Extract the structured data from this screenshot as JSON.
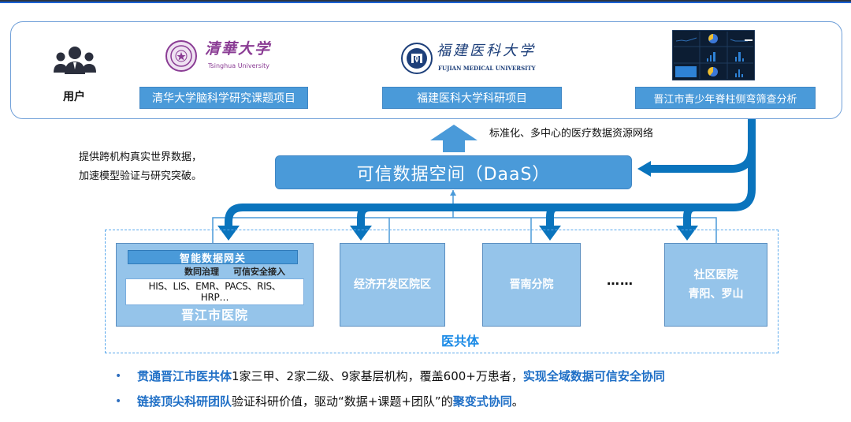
{
  "colors": {
    "accent": "#4a9ad9",
    "flow_blue": "#0a74bd",
    "hospital_fill": "#95c4ea",
    "highlight_text": "#1f6fc6",
    "yigongti_label": "#1a8ae6",
    "tsinghua_purple": "#8a3c94",
    "fujian_navy": "#1d3f7a"
  },
  "users": {
    "icon": "users-group-icon",
    "label": "用户",
    "projects": [
      {
        "label": "清华大学脑科学研究课题项目",
        "logo_cn": "清華大学",
        "logo_en": "Tsinghua University"
      },
      {
        "label": "福建医科大学科研项目",
        "logo_cn": "福建医科大学",
        "logo_en": "FUJIAN MEDICAL UNIVERSITY"
      },
      {
        "label": "晋江市青少年脊柱侧弯筛查分析",
        "logo_cn": "",
        "logo_en": ""
      }
    ]
  },
  "network_note": "标准化、多中心的医疗数据资源网络",
  "side_note": [
    "提供跨机构真实世界数据，",
    "加速模型验证与研究突破。"
  ],
  "daas_label": "可信数据空间（DaaS）",
  "yigongti": {
    "label": "医共体",
    "main_hospital": {
      "name": "晋江市医院",
      "gateway": "智能数据网关",
      "gateway_left": "数同治理",
      "gateway_right": "可信安全接入",
      "systems_line1": "HIS、LIS、EMR、PACS、RIS、",
      "systems_line2": "HRP…"
    },
    "branches": [
      {
        "line1": "经济开发区院区",
        "line2": ""
      },
      {
        "line1": "晋南分院",
        "line2": ""
      },
      {
        "line1": "社区医院",
        "line2": "青阳、罗山"
      }
    ],
    "ellipsis": "……"
  },
  "bullets": [
    {
      "pre": "贯通晋江市医共体",
      "mid": "1家三甲、2家二级、9家基层机构，覆盖600+万患者，",
      "post": "实现全域数据可信安全协同",
      "tail": ""
    },
    {
      "pre": "链接顶尖科研团队",
      "mid": "验证科研价值，驱动“数据+课题+团队”的",
      "post": "聚变式协同",
      "tail": "。"
    }
  ],
  "bullet_char": "•"
}
